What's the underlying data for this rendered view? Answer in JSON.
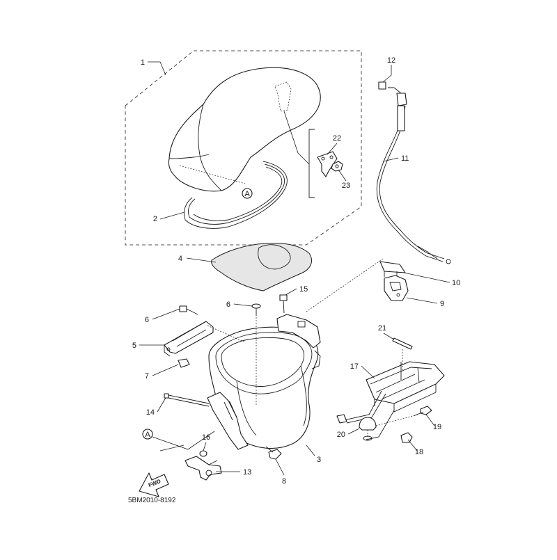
{
  "callouts": [
    "1",
    "2",
    "3",
    "4",
    "5",
    "6",
    "6",
    "7",
    "8",
    "9",
    "10",
    "11",
    "12",
    "13",
    "14",
    "15",
    "16",
    "17",
    "18",
    "19",
    "20",
    "21",
    "22",
    "23"
  ],
  "ref_marker": "A",
  "fwd_label": "FWD",
  "drawing_code": "5BM2010-8192"
}
